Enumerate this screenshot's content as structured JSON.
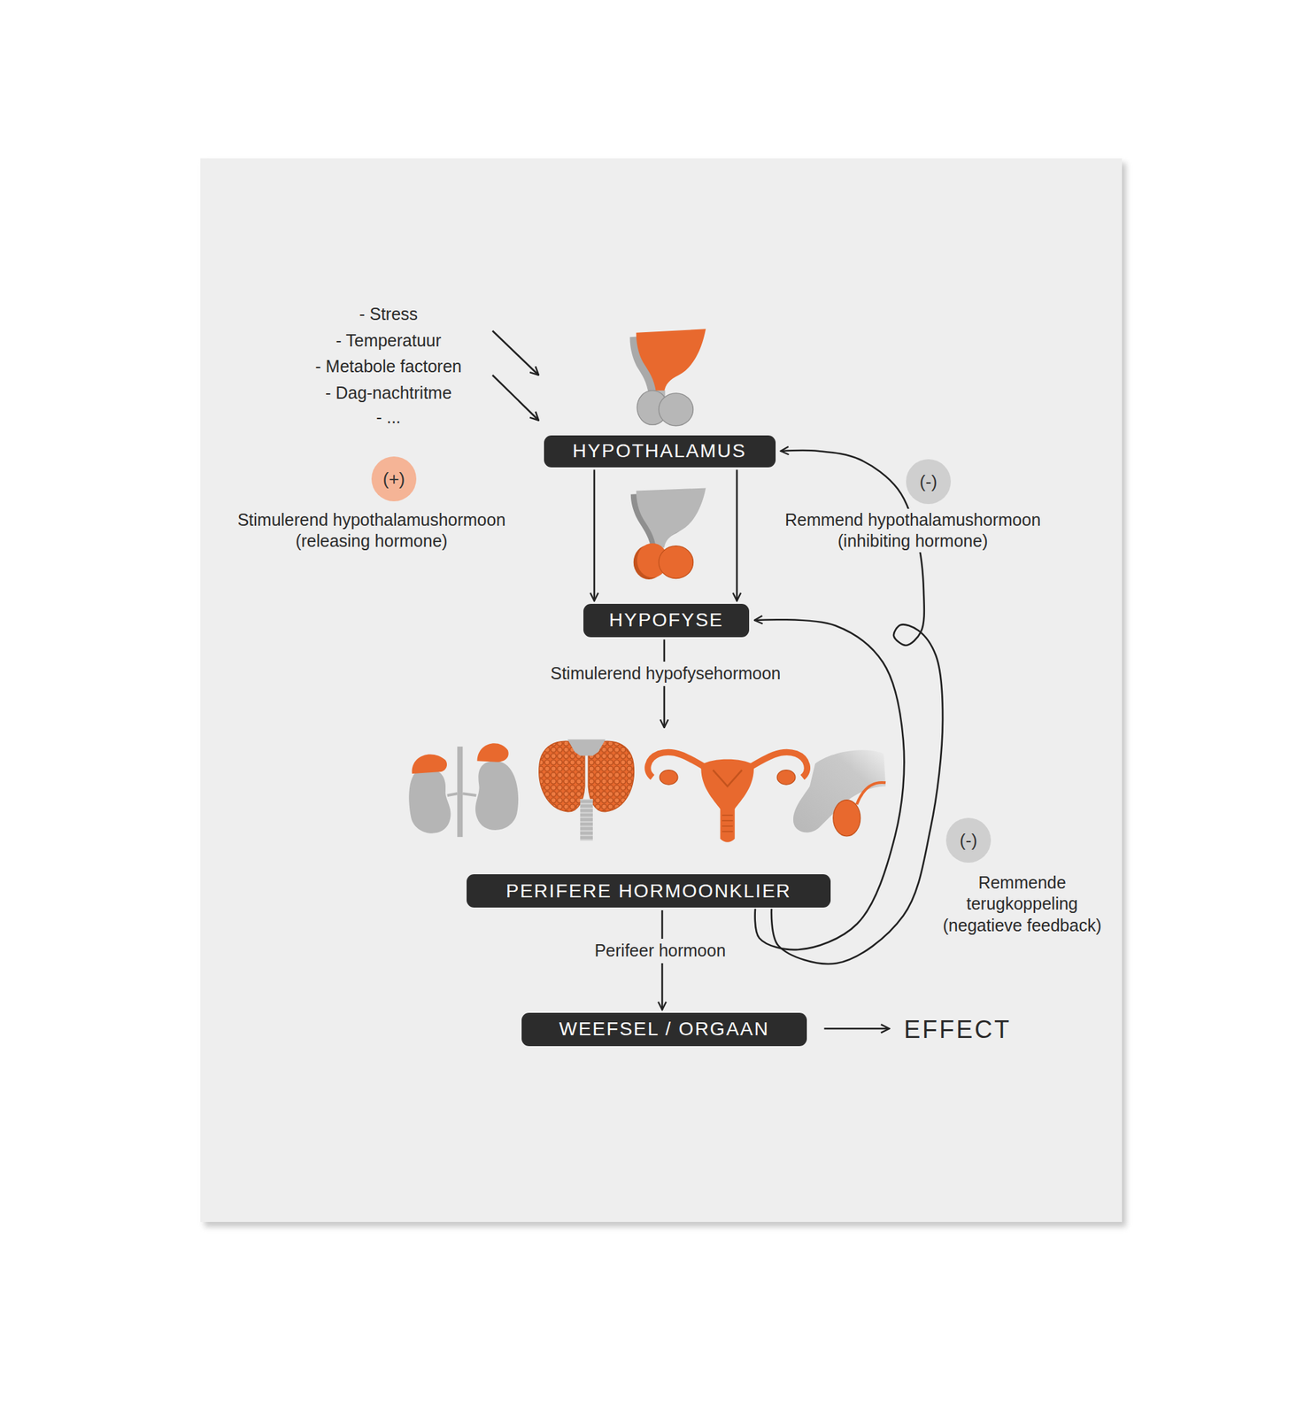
{
  "diagram": {
    "nodes": [
      {
        "text": [
          "HYPOTHALAMUS"
        ]
      },
      {
        "text": [
          "(+)"
        ]
      },
      {
        "text": [
          "(-)"
        ]
      },
      {
        "text": [
          "HYPOFYSE"
        ]
      },
      {
        "text": [
          "PERIFERE HORMOONKLIER"
        ]
      },
      {
        "text": [
          "(-)"
        ]
      },
      {
        "text": [
          "WEEFSEL / ORGAAN"
        ]
      }
    ],
    "edges": [
      {
        "from": 0,
        "to": 3,
        "arrow": "to"
      },
      {
        "from": 0,
        "to": 3,
        "arrow": "to"
      },
      {
        "from": 3,
        "to": 4,
        "label": "Stimulerend hypofysehormoon",
        "arrow": "to"
      },
      {
        "from": 4,
        "to": 6,
        "label": "Perifeer hormoon",
        "arrow": "to"
      },
      {
        "from": 4,
        "to": 3,
        "arrow": "to"
      },
      {
        "from": 4,
        "to": 0,
        "arrow": "to"
      }
    ],
    "labels": [
      "- Stress",
      "- Temperatuur",
      "- Metabole factoren",
      "- Dag-nachtritme",
      "- ...",
      "Stimulerend hypothalamushormoon (releasing hormone)",
      "Remmend hypothalamushormoon (inhibiting hormone)",
      "Remmende terugkoppeling (negatieve feedback)",
      "EFFECT"
    ]
  }
}
